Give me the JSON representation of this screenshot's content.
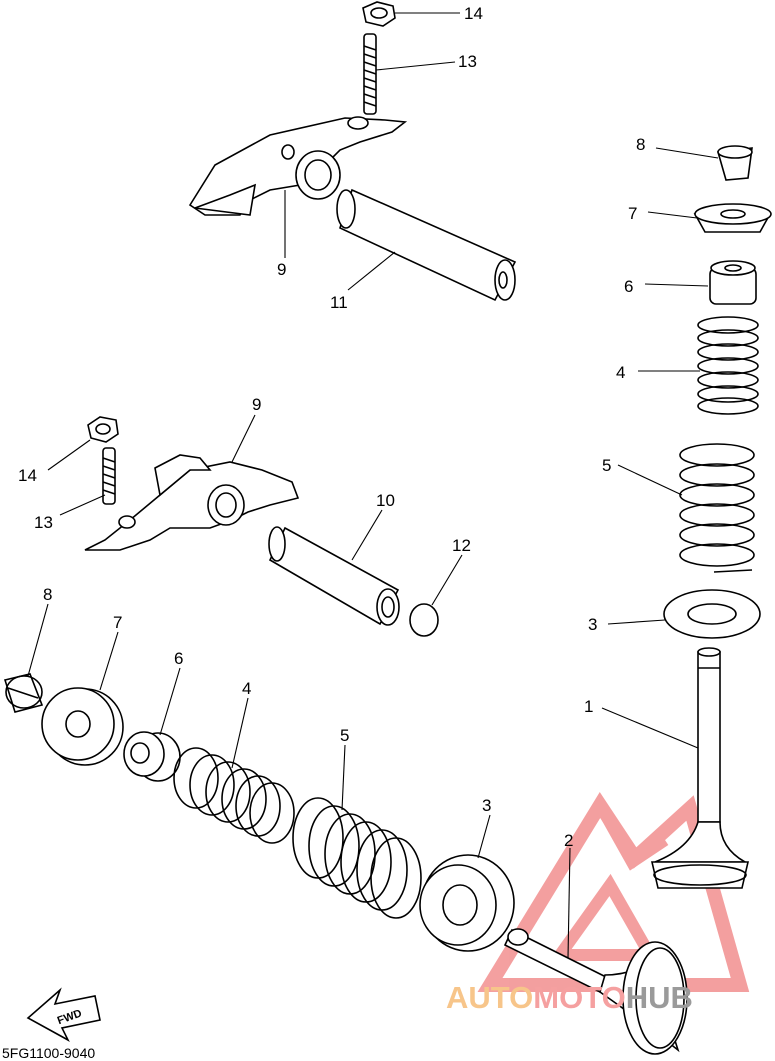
{
  "diagram": {
    "part_code": "5FG1100-9040",
    "fwd_label": "FWD",
    "labels": {
      "top_14": "14",
      "top_13": "13",
      "top_9": "9",
      "top_11": "11",
      "mid_9": "9",
      "mid_14": "14",
      "mid_13": "13",
      "mid_10": "10",
      "mid_12": "12",
      "r_8": "8",
      "r_7": "7",
      "r_6": "6",
      "r_4": "4",
      "r_5": "5",
      "r_3": "3",
      "r_1": "1",
      "b_8": "8",
      "b_7": "7",
      "b_6": "6",
      "b_4": "4",
      "b_5": "5",
      "b_3": "3",
      "b_2": "2"
    }
  },
  "watermark": {
    "part1": "AUTO",
    "part2": "MOTO",
    "part3": "HUB",
    "colors": {
      "logo": "#f08080",
      "auto": "#f7c58a",
      "moto": "#f5a0a0",
      "hub": "#9a9a9a"
    }
  }
}
